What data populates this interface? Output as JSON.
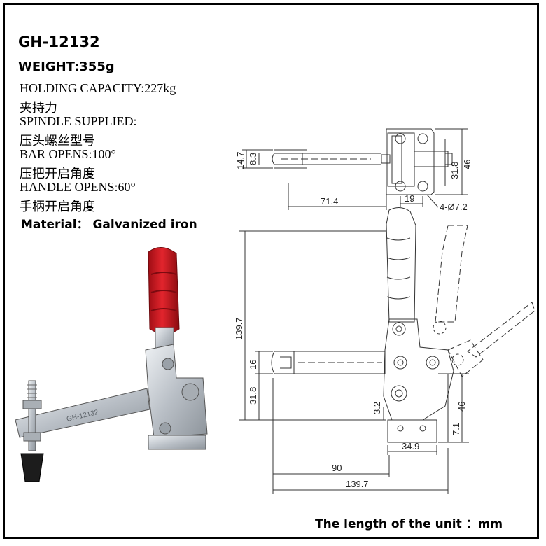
{
  "product": {
    "model": "GH-12132",
    "weight": "WEIGHT:355g",
    "specs": [
      "HOLDING CAPACITY:227kg",
      "夹持力",
      "SPINDLE SUPPLIED:",
      "压头螺丝型号",
      "BAR OPENS:100°",
      "压把开启角度",
      "HANDLE OPENS:60°",
      "手柄开启角度"
    ],
    "material": "Material： Galvanized iron",
    "unit_note": "The length of the unit ：mm",
    "photo_engraving": "GH-12132"
  },
  "drawing": {
    "top_view_dims": {
      "d14_7": "14.7",
      "d8_3": "8.3",
      "d71_4": "71.4",
      "d19": "19",
      "d31_8": "31.8",
      "d46": "46",
      "holes": "4-Ø7.2"
    },
    "side_view_dims": {
      "d139_7_v": "139.7",
      "d16": "16",
      "d31_8": "31.8",
      "d3_2": "3.2",
      "d46": "46",
      "d7_1": "7.1",
      "d34_9": "34.9",
      "d90": "90",
      "d139_7_h": "139.7"
    }
  },
  "colors": {
    "handle_grip": "#c8161e",
    "steel": "#c9ced3",
    "line": "#333333"
  }
}
